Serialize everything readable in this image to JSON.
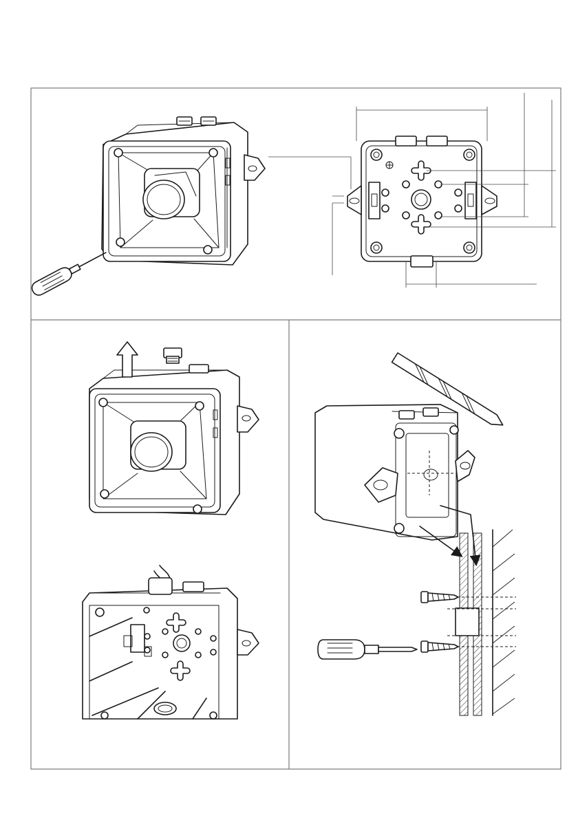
{
  "document": {
    "panels": [
      {
        "id": "panel-top",
        "caption": ""
      },
      {
        "id": "panel-bottom-left",
        "caption": ""
      },
      {
        "id": "panel-bottom-right",
        "caption": ""
      }
    ]
  },
  "icons": [
    "screwdriver-icon",
    "drill-bit-icon",
    "screw-icon",
    "arrow-up-icon",
    "cable-gland-icon",
    "wall-plug-icon"
  ],
  "colors": {
    "line": "#1a1a1a",
    "frame": "#7a7a7a",
    "background": "#ffffff"
  }
}
